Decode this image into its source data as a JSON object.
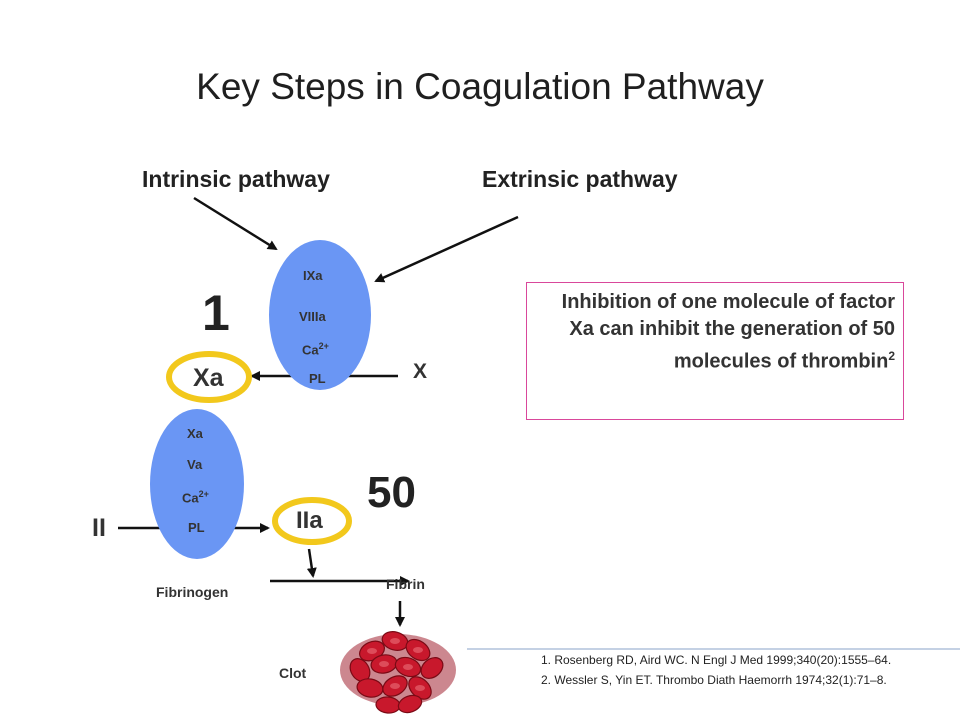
{
  "title": "Key Steps in Coagulation Pathway",
  "pathways": {
    "intrinsic": "Intrinsic pathway",
    "extrinsic": "Extrinsic pathway"
  },
  "tenase_complex": {
    "factor1": "IXa",
    "factor2": "VIIIa",
    "calcium": "Ca",
    "calcium_charge": "2+",
    "phospholipid": "PL"
  },
  "prothrombinase_complex": {
    "factor1": "Xa",
    "factor2": "Va",
    "calcium": "Ca",
    "calcium_charge": "2+",
    "phospholipid": "PL"
  },
  "factors": {
    "x": "X",
    "xa": "Xa",
    "ii": "II",
    "iia": "IIa",
    "fibrinogen": "Fibrinogen",
    "fibrin": "Fibrin",
    "clot": "Clot"
  },
  "amplification": {
    "one": "1",
    "fifty": "50"
  },
  "note": {
    "text": "Inhibition of one molecule of factor Xa can inhibit the generation of 50 molecules of thrombin",
    "superscript": "2"
  },
  "references": [
    "1. Rosenberg RD, Aird WC. N Engl J Med 1999;340(20):1555–64.",
    "2. Wessler S, Yin ET. Thrombo Diath Haemorrh 1974;32(1):71–8."
  ],
  "colors": {
    "complex_fill": "#6a96f4",
    "highlight_ring": "#f2c81c",
    "box_border": "#d9479b",
    "arrow": "#111111",
    "clot_red": "#c8182c",
    "divider": "#8aa3c8"
  }
}
